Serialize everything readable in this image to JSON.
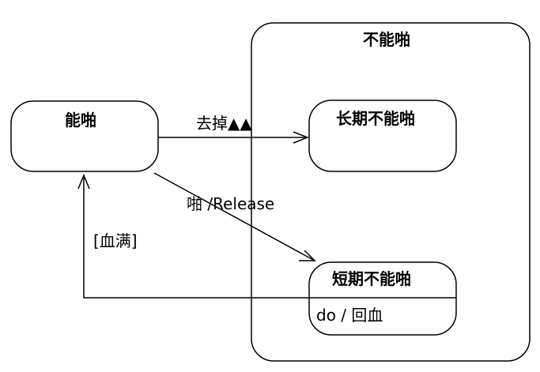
{
  "diagram": {
    "composite_state": {
      "name": "不能啪"
    },
    "states": {
      "can": "能啪",
      "long_term": "长期不能啪",
      "short_term": "短期不能啪",
      "short_term_activity": "do / 回血"
    },
    "transitions": {
      "remove": "去掉▲▲",
      "release": "啪 /Release",
      "full_hp": "[血满]"
    },
    "colors": {
      "stroke": "#000000",
      "background": "#ffffff"
    }
  }
}
